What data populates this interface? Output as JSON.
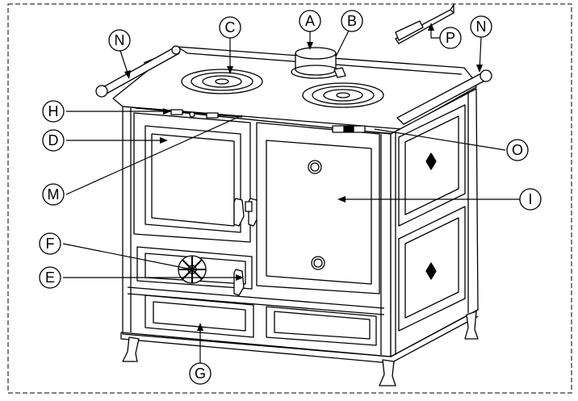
{
  "diagram": {
    "type": "exploded-labelled-drawing",
    "subject": "wood-burning cooking stove",
    "colors": {
      "line": "#000000",
      "fill": "#ffffff",
      "frame_dash": "#000000"
    },
    "callouts": [
      {
        "id": "A",
        "letter": "A"
      },
      {
        "id": "B",
        "letter": "B"
      },
      {
        "id": "C",
        "letter": "C"
      },
      {
        "id": "N1",
        "letter": "N"
      },
      {
        "id": "N2",
        "letter": "N"
      },
      {
        "id": "P",
        "letter": "P"
      },
      {
        "id": "H",
        "letter": "H"
      },
      {
        "id": "D",
        "letter": "D"
      },
      {
        "id": "O",
        "letter": "O"
      },
      {
        "id": "M",
        "letter": "M"
      },
      {
        "id": "I",
        "letter": "I"
      },
      {
        "id": "F",
        "letter": "F"
      },
      {
        "id": "E",
        "letter": "E"
      },
      {
        "id": "G",
        "letter": "G"
      }
    ]
  }
}
